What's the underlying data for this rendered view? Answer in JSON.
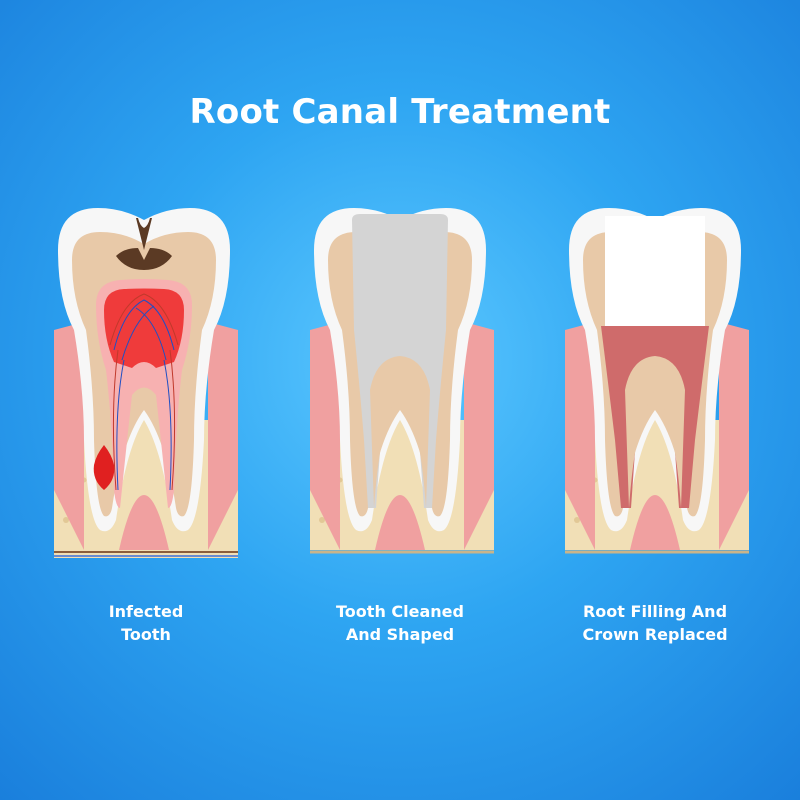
{
  "title": "Root Canal Treatment",
  "stages": [
    {
      "line1": "Infected",
      "line2": "Tooth"
    },
    {
      "line1": "Tooth Cleaned",
      "line2": "And Shaped"
    },
    {
      "line1": "Root Filling And",
      "line2": "Crown Replaced"
    }
  ],
  "colors": {
    "background": "#2ea5f2",
    "enamel": "#f7f7f7",
    "dentin": "#e8c9a8",
    "gum": "#f0a0a0",
    "bone": "#f1dfb6",
    "decay": "#5b3a24",
    "infected_pulp": "#ef3b3b",
    "cleaned_canal": "#d4d4d4",
    "root_filling": "#cf6b6b",
    "crown": "#ffffff"
  }
}
